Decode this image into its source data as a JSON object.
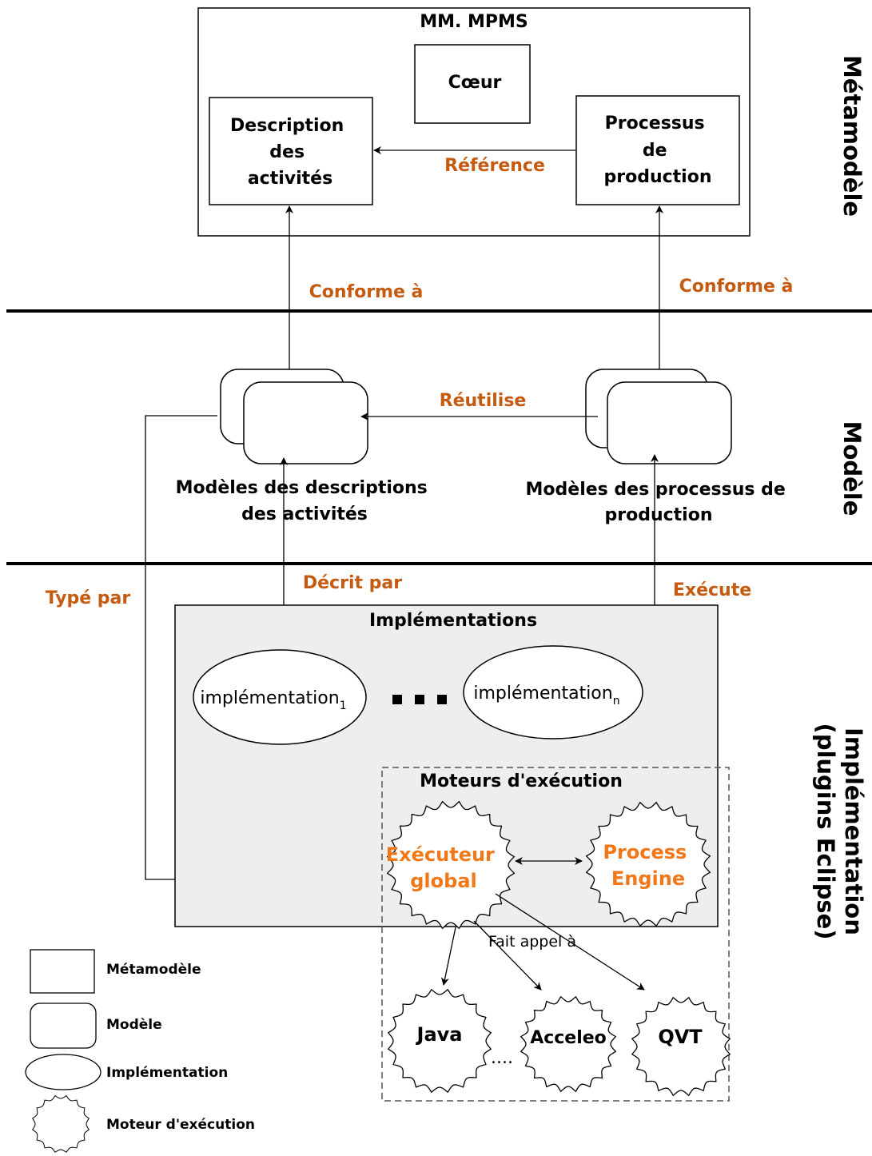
{
  "layers": {
    "metamodel": "Métamodèle",
    "model": "Modèle",
    "implementation_line1": "Implémentation",
    "implementation_line2": "(plugins Eclipse)"
  },
  "metamodel_box": {
    "title": "MM. MPMS",
    "core": "Cœur",
    "activity_description": [
      "Description",
      "des",
      "activités"
    ],
    "production_process": [
      "Processus",
      "de",
      "production"
    ]
  },
  "models": {
    "activity_descriptions": [
      "Modèles des descriptions",
      "des activités"
    ],
    "production_processes": [
      "Modèles des processus de",
      "production"
    ]
  },
  "relations": {
    "reference": "Référence",
    "conforms_left": "Conforme à",
    "conforms_right": "Conforme à",
    "reuses": "Réutilise",
    "typed_by": "Typé par",
    "described_by": "Décrit par",
    "executes": "Exécute",
    "calls": "Fait appel à"
  },
  "implementations": {
    "title": "Implémentations",
    "impl_first": "implémentation",
    "impl_first_sub": "1",
    "impl_last": "implémentation",
    "impl_last_sub": "n"
  },
  "engines": {
    "title": "Moteurs d'exécution",
    "global_executor": [
      "Exécuteur",
      "global"
    ],
    "process_engine": [
      "Process",
      "Engine"
    ],
    "java": "Java",
    "acceleo": "Acceleo",
    "qvt": "QVT",
    "ellipsis": "...."
  },
  "legend": {
    "metamodel": "Métamodèle",
    "model": "Modèle",
    "implementation": "Implémentation",
    "engine": "Moteur d'exécution"
  },
  "colors": {
    "relation_label": "#c55a11",
    "engine_label": "#f07818",
    "implementation_fill": "#eeeeee"
  }
}
